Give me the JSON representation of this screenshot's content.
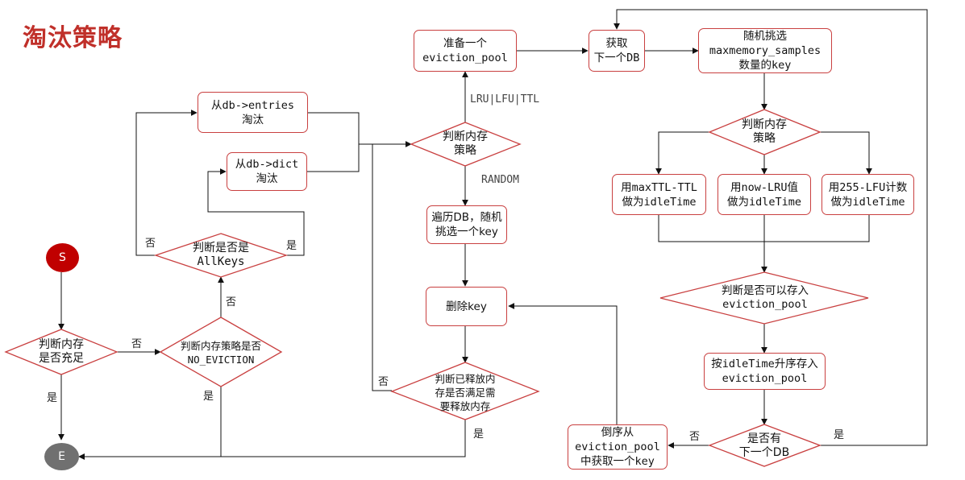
{
  "title": "淘汰策略",
  "nodes": {
    "start": "S",
    "end": "E",
    "mem_enough": "判断内存\n是否充足",
    "no_eviction": "判断内存策略是否\nNO_EVICTION",
    "allkeys": "判断是否是\nAllKeys",
    "from_entries": "从db->entries\n淘汰",
    "from_dict": "从db->dict\n淘汰",
    "policy": "判断内存\n策略",
    "prepare_pool": "准备一个\neviction_pool",
    "next_db": "获取\n下一个DB",
    "random_pick": "随机挑选\nmaxmemory_samples\n数量的key",
    "policy2": "判断内存\n策略",
    "max_ttl": "用maxTTL-TTL\n做为idleTime",
    "lru": "用now-LRU值\n做为idleTime",
    "lfu": "用255-LFU计数\n做为idleTime",
    "can_store": "判断是否可以存入\neviction_pool",
    "sort_store": "按idleTime升序存入\neviction_pool",
    "has_next": "是否有\n下一个DB",
    "reverse_get": "倒序从\neviction_pool\n中获取一个key",
    "traverse": "遍历DB，随机\n挑选一个key",
    "delete": "删除key",
    "released": "判断已释放内\n存是否满足需\n要释放内存"
  },
  "labels": {
    "no_1": "否",
    "yes_1": "是",
    "no_2": "否",
    "yes_2": "是",
    "no_3": "否",
    "yes_3": "是",
    "lru_lfu_ttl": "LRU|LFU|TTL",
    "random": "RANDOM",
    "no_4": "否",
    "yes_4": "是",
    "no_5": "否",
    "yes_5": "是"
  },
  "colors": {
    "accent": "#c0302a",
    "border": "#c94040",
    "start_fill": "#c00000",
    "end_fill": "#707070"
  }
}
